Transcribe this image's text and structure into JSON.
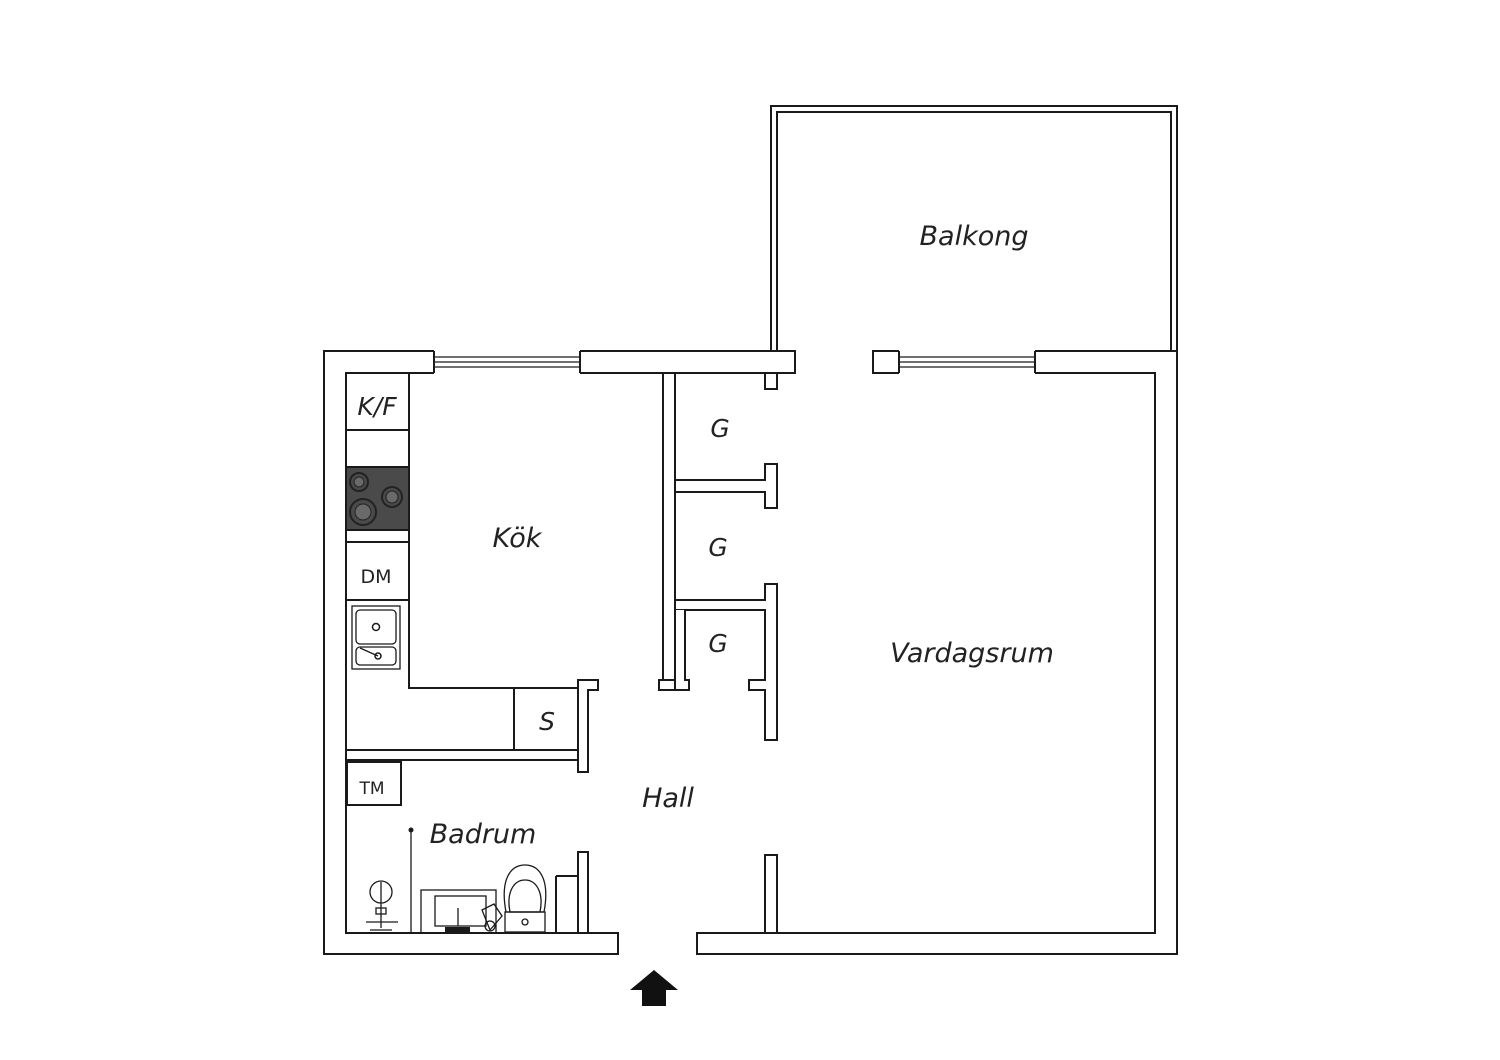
{
  "rooms": {
    "balcony": "Balkong",
    "kitchen": "Kök",
    "living_room": "Vardagsrum",
    "hall": "Hall",
    "bathroom": "Badrum"
  },
  "fixtures": {
    "fridge_freezer": "K/F",
    "dishwasher": "DM",
    "storage": "S",
    "washing_machine": "TM",
    "wardrobe_1": "G",
    "wardrobe_2": "G",
    "wardrobe_3": "G"
  },
  "colors": {
    "line": "#1a1a1a",
    "hob": "#4a4a4a",
    "background": "#ffffff"
  }
}
